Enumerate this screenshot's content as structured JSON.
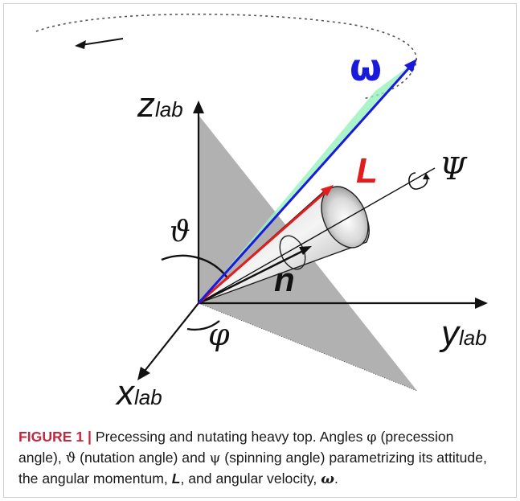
{
  "diagram": {
    "axes": {
      "z": {
        "letter": "z",
        "sub": "lab"
      },
      "y": {
        "letter": "y",
        "sub": "lab"
      },
      "x": {
        "letter": "x",
        "sub": "lab"
      }
    },
    "labels": {
      "omega": "ω",
      "L": "L",
      "psi": "Ψ",
      "theta": "ϑ",
      "n": "n",
      "phi": "φ"
    },
    "colors": {
      "omega": "#1a1adc",
      "L": "#e11d1d",
      "cone_fill": "#7ff0ae",
      "plane": "#a9a9a9",
      "axes": "#111111"
    }
  },
  "caption": {
    "figure_label": "FIGURE 1 |",
    "part1": " Precessing and nutating heavy top. Angles ",
    "phi": "φ",
    "part2": " (precession angle), ",
    "theta": "ϑ",
    "part3": " (nutation angle) and ",
    "psi": "ψ",
    "part4": " (spinning angle) parametrizing its attitude, the angular momentum, ",
    "L": "L",
    "part5": ", and angular velocity, ",
    "omega": "ω",
    "part6": "."
  }
}
